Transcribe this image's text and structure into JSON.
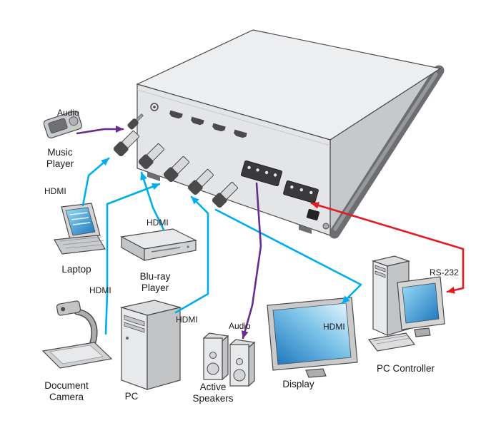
{
  "devices": {
    "music_player": {
      "line1": "Music",
      "line2": "Player"
    },
    "laptop": {
      "line1": "Laptop"
    },
    "bluray_player": {
      "line1": "Blu-ray",
      "line2": "Player"
    },
    "document_camera": {
      "line1": "Document",
      "line2": "Camera"
    },
    "pc": {
      "line1": "PC"
    },
    "active_speakers": {
      "line1": "Active",
      "line2": "Speakers"
    },
    "display": {
      "line1": "Display"
    },
    "pc_controller": {
      "line1": "PC Controller"
    }
  },
  "cables": {
    "music_audio": {
      "label": "Audio",
      "type": "audio"
    },
    "laptop_hdmi": {
      "label": "HDMI",
      "type": "hdmi"
    },
    "bluray_hdmi": {
      "label": "HDMI",
      "type": "hdmi"
    },
    "doccam_hdmi": {
      "label": "HDMI",
      "type": "hdmi"
    },
    "pc_hdmi": {
      "label": "HDMI",
      "type": "hdmi"
    },
    "speakers_audio": {
      "label": "Audio",
      "type": "audio"
    },
    "display_hdmi": {
      "label": "HDMI",
      "type": "hdmi"
    },
    "controller_rs232": {
      "label": "RS-232",
      "type": "rs232"
    }
  },
  "colors": {
    "hdmi_cable": "#00AEEF",
    "audio_cable": "#662D91",
    "rs232_cable": "#E31B23"
  }
}
